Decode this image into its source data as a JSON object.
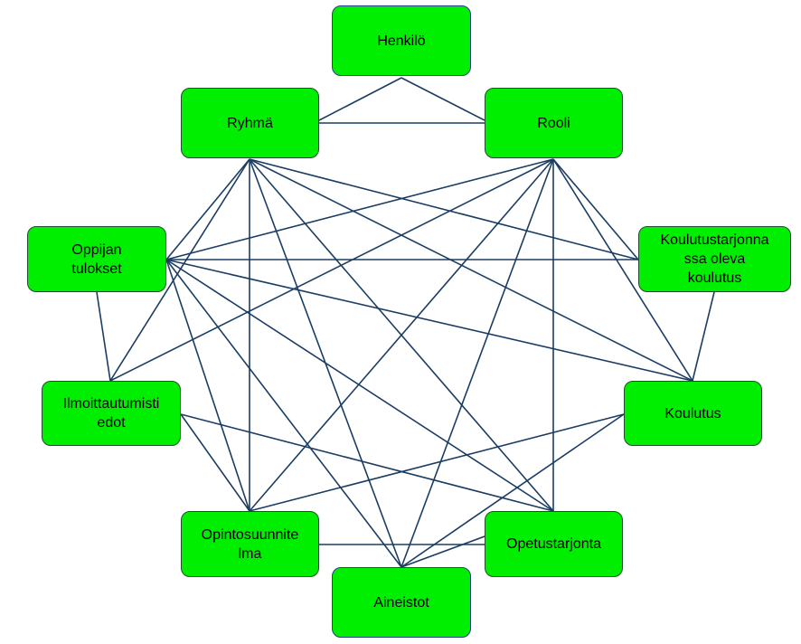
{
  "colors": {
    "node_fill": "#00ee00",
    "edge": "#1b3d63",
    "background": "#ffffff"
  },
  "nodes": {
    "henkilo": {
      "label": "Henkilö"
    },
    "ryhma": {
      "label": "Ryhmä"
    },
    "rooli": {
      "label": "Rooli"
    },
    "oppijan_tulokset": {
      "label": "Oppijan\ntulokset"
    },
    "koulutustarjonnassa": {
      "label": "Koulutustarjonna\nssa oleva\nkoulutus"
    },
    "ilmoittautumistiedot": {
      "label": "Ilmoittautumisti\nedot"
    },
    "koulutus": {
      "label": "Koulutus"
    },
    "opintosuunnitelma": {
      "label": "Opintosuunnite\nlma"
    },
    "opetustarjonta": {
      "label": "Opetustarjonta"
    },
    "aineistot": {
      "label": "Aineistot"
    }
  },
  "edges": [
    [
      "henkilo",
      "ryhma"
    ],
    [
      "henkilo",
      "rooli"
    ],
    [
      "ryhma",
      "rooli"
    ],
    [
      "ryhma",
      "oppijan_tulokset"
    ],
    [
      "ryhma",
      "koulutustarjonnassa"
    ],
    [
      "ryhma",
      "ilmoittautumistiedot"
    ],
    [
      "ryhma",
      "koulutus"
    ],
    [
      "ryhma",
      "opintosuunnitelma"
    ],
    [
      "ryhma",
      "opetustarjonta"
    ],
    [
      "ryhma",
      "aineistot"
    ],
    [
      "rooli",
      "oppijan_tulokset"
    ],
    [
      "rooli",
      "koulutustarjonnassa"
    ],
    [
      "rooli",
      "ilmoittautumistiedot"
    ],
    [
      "rooli",
      "koulutus"
    ],
    [
      "rooli",
      "opintosuunnitelma"
    ],
    [
      "rooli",
      "opetustarjonta"
    ],
    [
      "rooli",
      "aineistot"
    ],
    [
      "oppijan_tulokset",
      "koulutustarjonnassa"
    ],
    [
      "oppijan_tulokset",
      "ilmoittautumistiedot"
    ],
    [
      "oppijan_tulokset",
      "koulutus"
    ],
    [
      "oppijan_tulokset",
      "opintosuunnitelma"
    ],
    [
      "oppijan_tulokset",
      "opetustarjonta"
    ],
    [
      "oppijan_tulokset",
      "aineistot"
    ],
    [
      "koulutustarjonnassa",
      "koulutus"
    ],
    [
      "ilmoittautumistiedot",
      "opintosuunnitelma"
    ],
    [
      "ilmoittautumistiedot",
      "opetustarjonta"
    ],
    [
      "koulutus",
      "opintosuunnitelma"
    ],
    [
      "koulutus",
      "aineistot"
    ],
    [
      "opintosuunnitelma",
      "opetustarjonta"
    ],
    [
      "opetustarjonta",
      "aineistot"
    ]
  ]
}
